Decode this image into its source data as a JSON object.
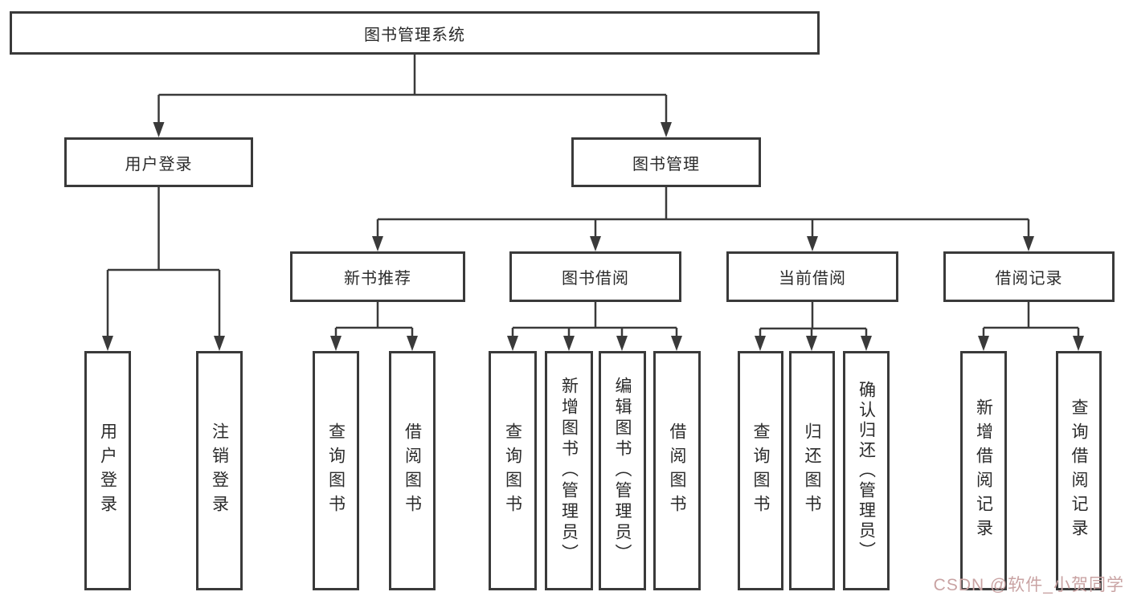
{
  "diagram": {
    "title": "图书管理系统",
    "root": {
      "label": "图书管理系统"
    },
    "branches": [
      {
        "label": "用户登录"
      },
      {
        "label": "图书管理"
      }
    ],
    "categories": [
      {
        "label": "新书推荐"
      },
      {
        "label": "图书借阅"
      },
      {
        "label": "当前借阅"
      },
      {
        "label": "借阅记录"
      }
    ],
    "leaves": {
      "login": [
        {
          "label": "用户登录"
        },
        {
          "label": "注销登录"
        }
      ],
      "new_books": [
        {
          "label": "查询图书"
        },
        {
          "label": "借阅图书"
        }
      ],
      "book_borrow": [
        {
          "label": "查询图书"
        },
        {
          "label": "新增图书（管理员）"
        },
        {
          "label": "编辑图书（管理员）"
        },
        {
          "label": "借阅图书"
        }
      ],
      "current_borrow": [
        {
          "label": "查询图书"
        },
        {
          "label": "归还图书"
        },
        {
          "label": "确认归还（管理员）"
        }
      ],
      "borrow_records": [
        {
          "label": "新增借阅记录"
        },
        {
          "label": "查询借阅记录"
        }
      ]
    }
  },
  "colors": {
    "line": "#3a3a3a",
    "box_border": "#3a3a3a",
    "text": "#2b2b2b",
    "watermark": "#c9a3a3",
    "background": "#ffffff"
  },
  "watermark": {
    "text": "CSDN @软件_小贺同学"
  }
}
